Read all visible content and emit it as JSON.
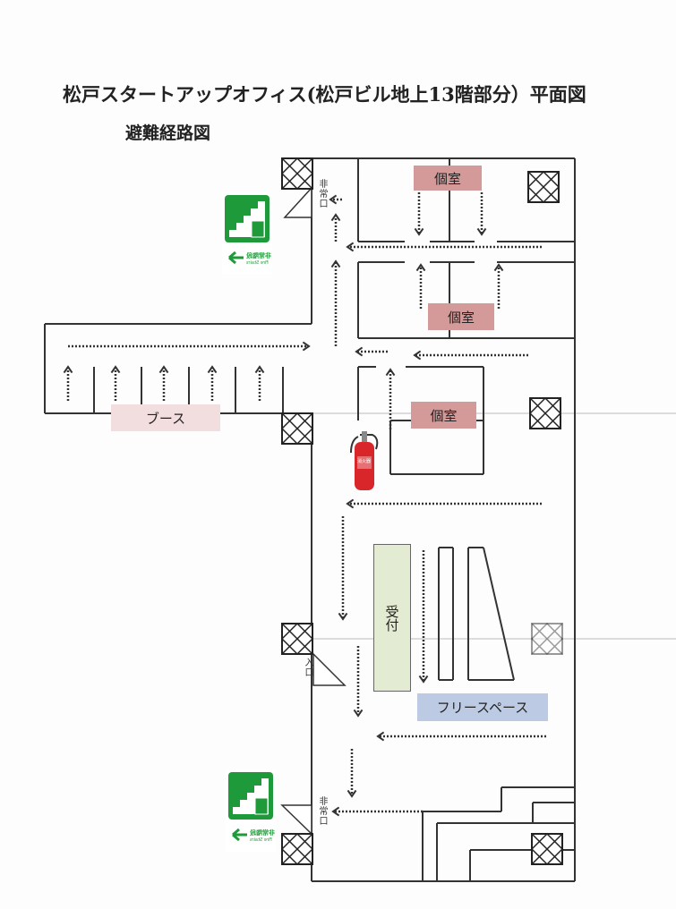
{
  "title": "松戸スタートアップオフィス(松戸ビル地上13階部分）平面図",
  "subtitle": "避難経路図",
  "rooms": {
    "private_room_1": "個室",
    "private_room_2": "個室",
    "private_room_3": "個室",
    "booth": "ブース",
    "reception": "受付",
    "free_space": "フリースペース"
  },
  "doors": {
    "emergency_exit_top": "非常口",
    "entrance": "入口",
    "emergency_exit_bottom": "非常口"
  },
  "signs": {
    "fire_stairs_jp": "非常階段",
    "fire_stairs_en": "Fire Stairs",
    "extinguisher": "消火器"
  },
  "colors": {
    "room": "#d49999",
    "booth": "#f2dede",
    "reception": "#e4ebd3",
    "free_space": "#bccbe3",
    "exit_green": "#1f9a3a",
    "extinguisher_red": "#d8262a"
  }
}
